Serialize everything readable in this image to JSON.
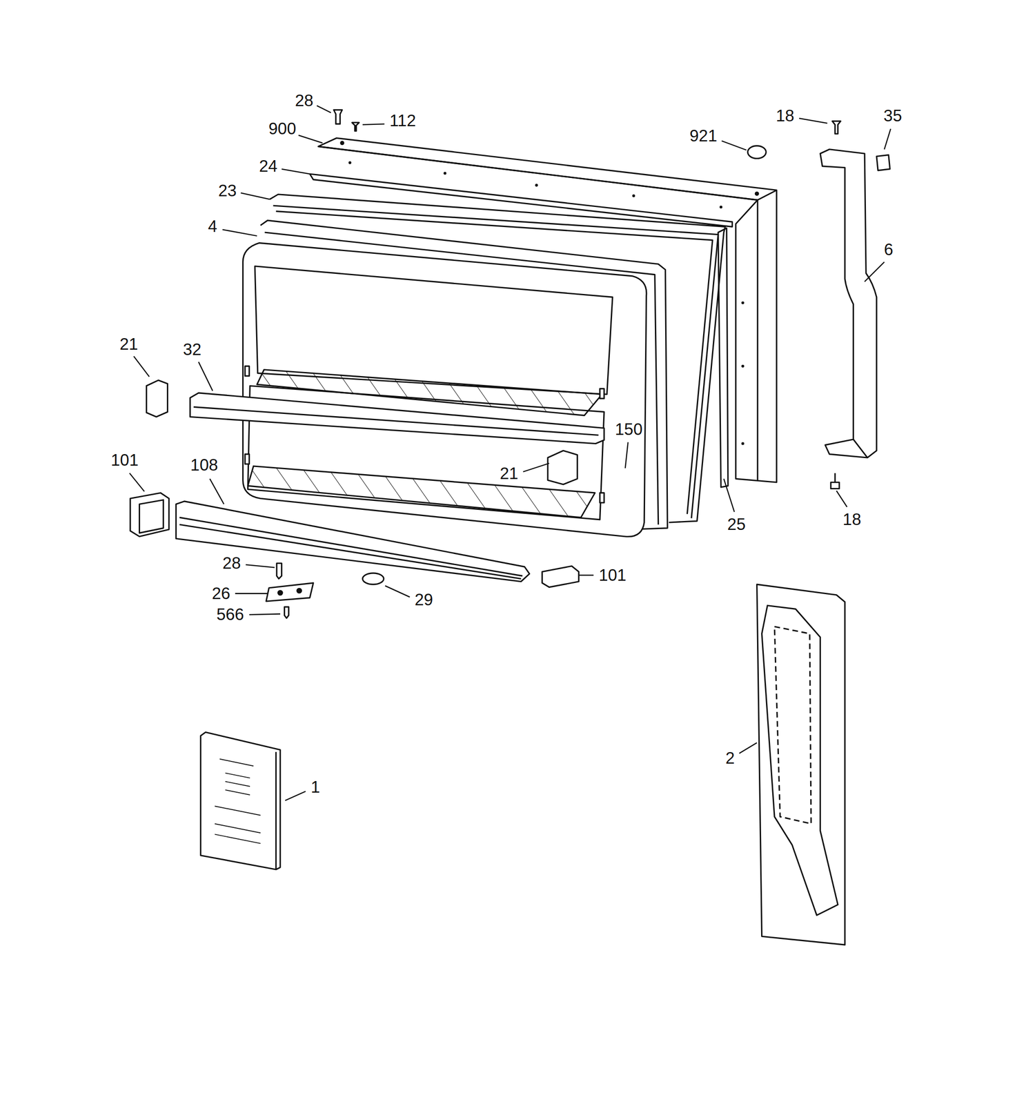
{
  "diagram": {
    "labels": [
      "28",
      "112",
      "900",
      "24",
      "23",
      "4",
      "921",
      "18",
      "35",
      "6",
      "21",
      "32",
      "150",
      "21",
      "101",
      "108",
      "25",
      "18",
      "28",
      "101",
      "26",
      "29",
      "566",
      "1",
      "2"
    ]
  }
}
